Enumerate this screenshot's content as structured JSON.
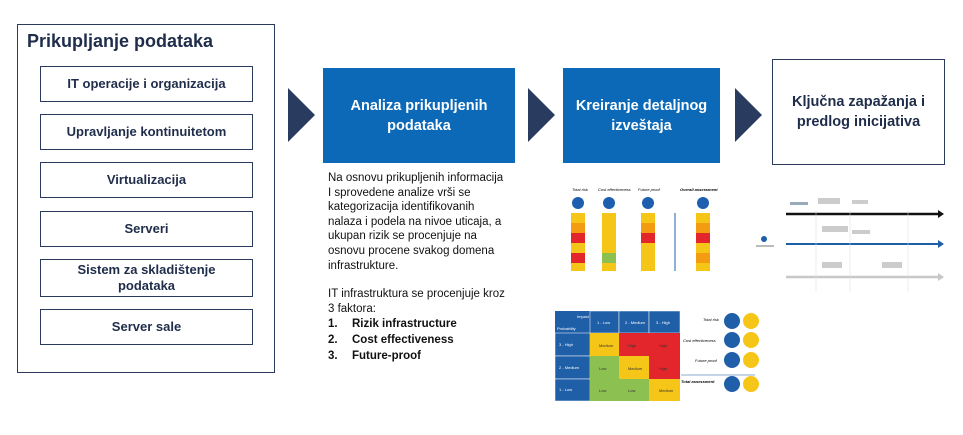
{
  "data_collection": {
    "title": "Prikupljanje podataka",
    "items": [
      "IT operacije i organizacija",
      "Upravljanje kontinuitetom",
      "Virtualizacija",
      "Serveri",
      "Sistem za skladištenje podataka",
      "Server sale"
    ]
  },
  "steps": {
    "analysis": "Analiza prikupljenih podataka",
    "report": "Kreiranje detaljnog izveštaja",
    "findings": "Ključna zapažanja i predlog inicijativa"
  },
  "description": {
    "paragraph1": "Na osnovu prikupljenih informacija I sprovedene analize vrši se kategorizacija identifikovanih nalaza i podela na nivoe uticaja, a ukupan rizik se procenjuje na osnovu procene svakog domena infrastrukture.",
    "paragraph2": "IT infrastruktura se procenjuje kroz 3 faktora:",
    "factors": [
      {
        "num": "1.",
        "label": "Rizik infrastructure"
      },
      {
        "num": "2.",
        "label": "Cost effectiveness"
      },
      {
        "num": "3.",
        "label": "Future-proof"
      }
    ]
  },
  "thumb_cylinders": {
    "labels": [
      "Total risk",
      "Cost effectiveness",
      "Future proof",
      "Overall assessment"
    ]
  },
  "thumb_matrix": {
    "header_impact": "Impact",
    "header_probability": "Probability",
    "cols": [
      "1 - Low",
      "2 - Medium",
      "3 - High"
    ],
    "rows": [
      "3 - High",
      "2 - Medium",
      "1 - Low"
    ],
    "cells": [
      [
        "Medium",
        "High",
        "High"
      ],
      [
        "Low",
        "Medium",
        "High"
      ],
      [
        "Low",
        "Low",
        "Medium"
      ]
    ],
    "side_labels": [
      "Total risk",
      "Cost effectiveness",
      "Future proof",
      "Total assessment"
    ]
  },
  "colors": {
    "navy": "#2a3b60",
    "blue": "#0b69b8",
    "red": "#e3262b",
    "yellow": "#f5c518",
    "orange": "#f39c12",
    "green": "#8cc152"
  }
}
